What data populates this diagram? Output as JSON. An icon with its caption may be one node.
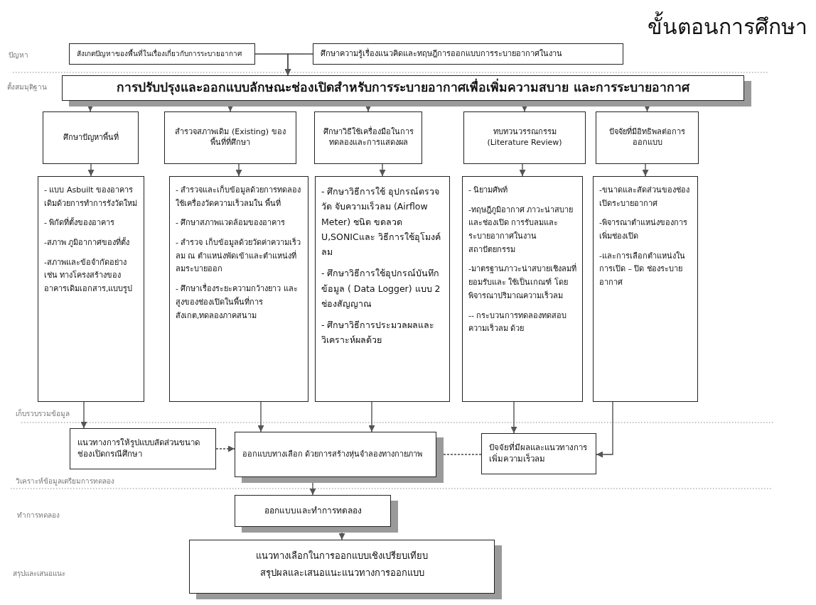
{
  "diagram": {
    "title": "ขั้นตอนการศึกษา",
    "nodes": [
      {
        "text": [
          "สังเกตปัญหาของพื้นที่ในเรื่องเกี่ยวกับการระบายอากาศ"
        ]
      },
      {
        "text": [
          "ศึกษาความรู้เรื่องแนวคิดและทฤษฎีการออกแบบการระบายอากาศในงาน"
        ]
      },
      {
        "text": [
          "การปรับปรุงและออกแบบลักษณะช่องเปิดสำหรับการระบายอากาศเพื่อเพิ่มความสบาย และการระบายอากาศ"
        ]
      },
      {
        "text": [
          "ศึกษาปัญหาพื้นที่"
        ]
      },
      {
        "text": [
          "สำรวจสภาพเดิม (Existing) ของพื้นที่ที่ศึกษา"
        ]
      },
      {
        "text": [
          "ศึกษาวิธีใช้เครื่องมือในการทดลองและการแสดงผล"
        ]
      },
      {
        "text": [
          "ทบทวนวรรณกรรม (Literature Review)"
        ]
      },
      {
        "text": [
          "ปัจจัยที่มีอิทธิพลต่อการออกแบบ"
        ]
      },
      {
        "text": [
          "- แบบ Asbuilt ของอาคารเดิมด้วยการทำการรังวัดใหม่",
          "- พิกัดที่ตั้งของอาคาร",
          "-สภาพ ภูมิอากาศของที่ตั้ง",
          "-สภาพและข้อจำกัดอย่างเช่น ทางโครงสร้างของอาคารเดิมเอกสาร,แบบรูป"
        ]
      },
      {
        "text": [
          "- สำรวจและเก็บข้อมูลด้วยการทดลองใช้เครื่องวัดความเร็วลมใน พื้นที่",
          "- ศึกษาสภาพแวดล้อมของอาคาร",
          "- สำรวจ เก็บข้อมูลด้วยวัดค่าความเร็วลม ณ ตำแหน่งพัดเข้าและตำแหน่งที่ลมระบายออก",
          "- ศึกษาเรื่องระยะความกว้างยาว และสูงของช่องเปิดในพื้นที่การสังเกต,ทดลองภาคสนาม"
        ]
      },
      {
        "text": [
          "- ศึกษาวิธีการใช้ อุปกรณ์ตรวจวัด จับความเร็วลม (Airflow Meter) ชนิด ขดลวด U,SONICและ วิธีการใช้อุโมงค์ลม",
          "- ศึกษาวิธีการใช้อุปกรณ์บันทึกข้อมูล ( Data Logger) แบบ 2 ช่องสัญญาณ",
          "- ศึกษาวิธีการประมวลผลและวิเคราะห์ผลด้วย"
        ]
      },
      {
        "text": [
          "- นิยามศัพท์",
          "-ทฤษฎีภูมิอากาศ ภาวะน่าสบาย และช่องเปิด การรับลมและระบายอากาศในงานสถาปัตยกรรม",
          "-มาตรฐานภาวะน่าสบายเชิงลมที่ยอมรับและ ใช้เป็นเกณฑ์ โดยพิจารณาปริมาณความเร็วลม",
          "-- กระบวนการทดลองทดสอบความเร็วลม ด้วย"
        ]
      },
      {
        "text": [
          "-ขนาดและสัดส่วนของช่องเปิดระบายอากาศ",
          "-พิจารณาตำแหน่งของการเพิ่มช่องเปิด",
          "-และการเลือกตำแหน่งในการเปิด – ปิด ช่องระบายอากาศ"
        ]
      },
      {
        "text": [
          "แนวทางการให้รูปแบบสัดส่วนขนาดช่องเปิดกรณีศึกษา"
        ]
      },
      {
        "text": [
          "ออกแบบทางเลือก ด้วยการสร้างหุ่นจำลองทางกายภาพ"
        ]
      },
      {
        "text": [
          "ปัจจัยที่มีผลและแนวทางการเพิ่มความเร็วลม"
        ]
      },
      {
        "text": [
          "ออกแบบและทำการทดลอง"
        ]
      },
      {
        "text": [
          "แนวทางเลือกในการออกแบบเชิงเปรียบเทียบ",
          "สรุปผลและเสนอแนะแนวทางการออกแบบ"
        ]
      }
    ],
    "edges": [
      {
        "from": 0,
        "to": 2,
        "arrow": "to"
      },
      {
        "from": 1,
        "to": 2,
        "arrow": "to"
      },
      {
        "from": 2,
        "to": 3,
        "arrow": "to"
      },
      {
        "from": 2,
        "to": 4,
        "arrow": "to"
      },
      {
        "from": 2,
        "to": 5,
        "arrow": "to"
      },
      {
        "from": 2,
        "to": 6,
        "arrow": "to"
      },
      {
        "from": 2,
        "to": 7,
        "arrow": "to"
      },
      {
        "from": 3,
        "to": 8,
        "arrow": "to"
      },
      {
        "from": 4,
        "to": 9,
        "arrow": "to"
      },
      {
        "from": 5,
        "to": 10,
        "arrow": "to"
      },
      {
        "from": 6,
        "to": 11,
        "arrow": "to"
      },
      {
        "from": 7,
        "to": 12,
        "arrow": "to"
      },
      {
        "from": 8,
        "to": 13,
        "arrow": "to"
      },
      {
        "from": 9,
        "to": 14,
        "arrow": "to"
      },
      {
        "from": 10,
        "to": 14,
        "arrow": "to"
      },
      {
        "from": 11,
        "to": 15,
        "arrow": "to"
      },
      {
        "from": 12,
        "to": 15,
        "arrow": "to"
      },
      {
        "from": 13,
        "to": 14,
        "arrow": "to",
        "style": "dashed"
      },
      {
        "from": 15,
        "to": 14,
        "arrow": "to",
        "style": "dashed"
      },
      {
        "from": 14,
        "to": 16,
        "arrow": "to"
      },
      {
        "from": 16,
        "to": 17,
        "arrow": "to"
      }
    ],
    "labels": [
      "ปัญหา",
      "ตั้งสมมุติฐาน",
      "เก็บรวบรวมข้อมูล",
      "วิเคราะห์ข้อมูลเตรียมการทดลอง",
      "ทำการทดลอง",
      "สรุปและเสนอแนะ"
    ]
  }
}
